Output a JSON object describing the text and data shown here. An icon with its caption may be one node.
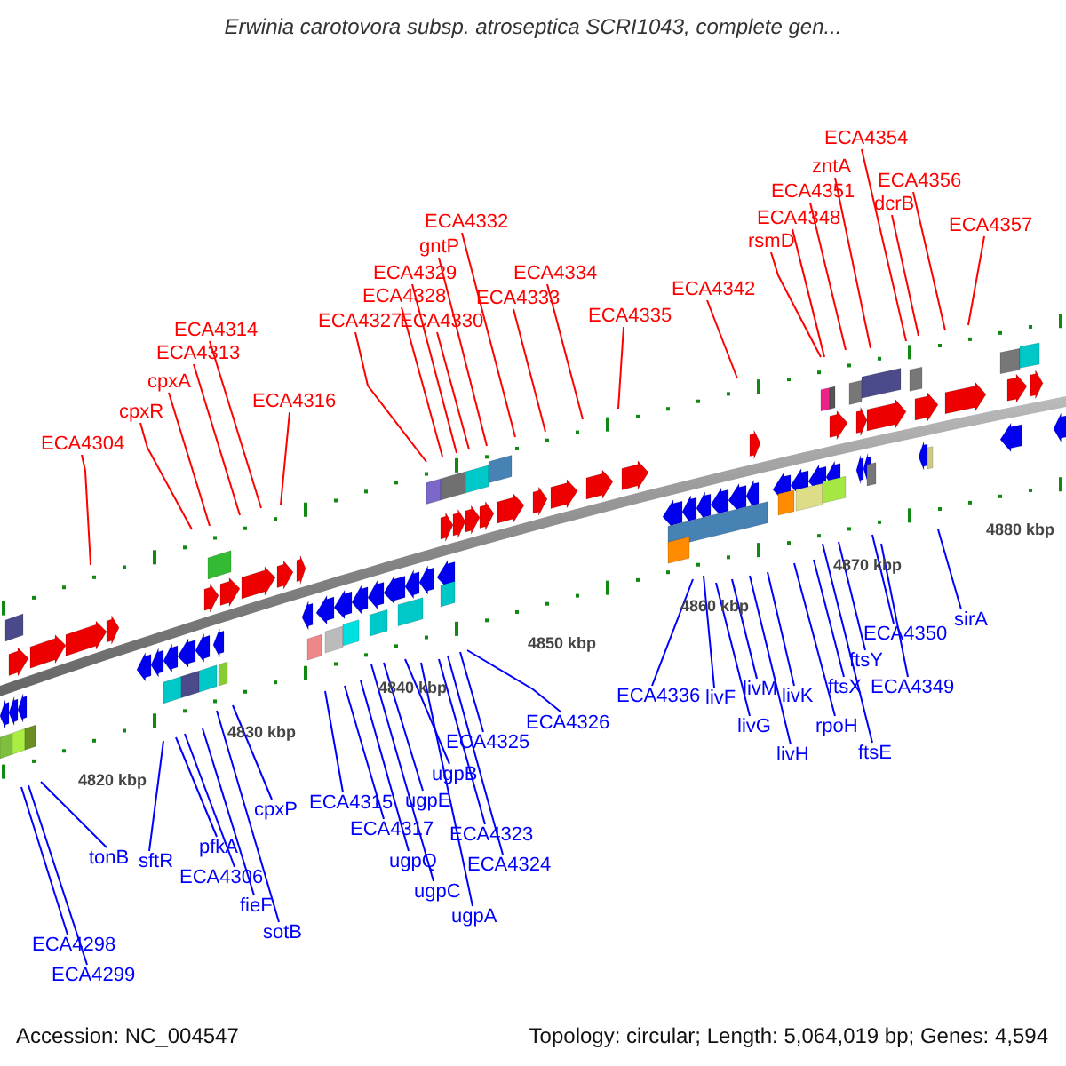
{
  "diagram": {
    "title": "Erwinia carotovora subsp. atroseptica SCRI1043, complete gen...",
    "nodes": [
      {
        "text": [
          "ECA4304"
        ]
      },
      {
        "text": [
          "cpxR"
        ]
      },
      {
        "text": [
          "cpxA"
        ]
      },
      {
        "text": [
          "ECA4313"
        ]
      },
      {
        "text": [
          "ECA4314"
        ]
      },
      {
        "text": [
          "ECA4316"
        ]
      },
      {
        "text": [
          "ECA4327"
        ]
      },
      {
        "text": [
          "ECA4328"
        ]
      },
      {
        "text": [
          "ECA4329"
        ]
      },
      {
        "text": [
          "ECA4330"
        ]
      },
      {
        "text": [
          "gntP"
        ]
      },
      {
        "text": [
          "ECA4332"
        ]
      },
      {
        "text": [
          "ECA4333"
        ]
      },
      {
        "text": [
          "ECA4334"
        ]
      },
      {
        "text": [
          "ECA4335"
        ]
      },
      {
        "text": [
          "ECA4342"
        ]
      },
      {
        "text": [
          "rsmD"
        ]
      },
      {
        "text": [
          "ECA4348"
        ]
      },
      {
        "text": [
          "ECA4351"
        ]
      },
      {
        "text": [
          "zntA"
        ]
      },
      {
        "text": [
          "ECA4354"
        ]
      },
      {
        "text": [
          "dcrB"
        ]
      },
      {
        "text": [
          "ECA4356"
        ]
      },
      {
        "text": [
          "ECA4357"
        ]
      },
      {
        "text": [
          "ECA4298"
        ]
      },
      {
        "text": [
          "ECA4299"
        ]
      },
      {
        "text": [
          "tonB"
        ]
      },
      {
        "text": [
          "sftR"
        ]
      },
      {
        "text": [
          "pfkA"
        ]
      },
      {
        "text": [
          "ECA4306"
        ]
      },
      {
        "text": [
          "fieF"
        ]
      },
      {
        "text": [
          "sotB"
        ]
      },
      {
        "text": [
          "cpxP"
        ]
      },
      {
        "text": [
          "ECA4315"
        ]
      },
      {
        "text": [
          "ECA4317"
        ]
      },
      {
        "text": [
          "ugpQ"
        ]
      },
      {
        "text": [
          "ugpC"
        ]
      },
      {
        "text": [
          "ugpA"
        ]
      },
      {
        "text": [
          "ugpE"
        ]
      },
      {
        "text": [
          "ugpB"
        ]
      },
      {
        "text": [
          "ECA4323"
        ]
      },
      {
        "text": [
          "ECA4324"
        ]
      },
      {
        "text": [
          "ECA4325"
        ]
      },
      {
        "text": [
          "ECA4326"
        ]
      },
      {
        "text": [
          "ECA4336"
        ]
      },
      {
        "text": [
          "livF"
        ]
      },
      {
        "text": [
          "livG"
        ]
      },
      {
        "text": [
          "livM"
        ]
      },
      {
        "text": [
          "livH"
        ]
      },
      {
        "text": [
          "livK"
        ]
      },
      {
        "text": [
          "rpoH"
        ]
      },
      {
        "text": [
          "ftsX"
        ]
      },
      {
        "text": [
          "ftsE"
        ]
      },
      {
        "text": [
          "ftsY"
        ]
      },
      {
        "text": [
          "ECA4350"
        ]
      },
      {
        "text": [
          "ECA4349"
        ]
      },
      {
        "text": [
          "sirA"
        ]
      }
    ],
    "edges": [
      {
        "from": 0,
        "to": null,
        "arrow": "none",
        "color": "#ff0000"
      },
      {
        "from": 1,
        "to": null,
        "arrow": "none",
        "color": "#ff0000"
      },
      {
        "from": 2,
        "to": null,
        "arrow": "none",
        "color": "#ff0000"
      },
      {
        "from": 3,
        "to": null,
        "arrow": "none",
        "color": "#ff0000"
      },
      {
        "from": 4,
        "to": null,
        "arrow": "none",
        "color": "#ff0000"
      },
      {
        "from": 5,
        "to": null,
        "arrow": "none",
        "color": "#ff0000"
      },
      {
        "from": 6,
        "to": null,
        "arrow": "none",
        "color": "#ff0000"
      },
      {
        "from": 7,
        "to": null,
        "arrow": "none",
        "color": "#ff0000"
      },
      {
        "from": 8,
        "to": null,
        "arrow": "none",
        "color": "#ff0000"
      },
      {
        "from": 9,
        "to": null,
        "arrow": "none",
        "color": "#ff0000"
      },
      {
        "from": 10,
        "to": null,
        "arrow": "none",
        "color": "#ff0000"
      },
      {
        "from": 11,
        "to": null,
        "arrow": "none",
        "color": "#ff0000"
      },
      {
        "from": 12,
        "to": null,
        "arrow": "none",
        "color": "#ff0000"
      },
      {
        "from": 13,
        "to": null,
        "arrow": "none",
        "color": "#ff0000"
      },
      {
        "from": 14,
        "to": null,
        "arrow": "none",
        "color": "#ff0000"
      },
      {
        "from": 15,
        "to": null,
        "arrow": "none",
        "color": "#ff0000"
      },
      {
        "from": 16,
        "to": null,
        "arrow": "none",
        "color": "#ff0000"
      },
      {
        "from": 17,
        "to": null,
        "arrow": "none",
        "color": "#ff0000"
      },
      {
        "from": 18,
        "to": null,
        "arrow": "none",
        "color": "#ff0000"
      },
      {
        "from": 19,
        "to": null,
        "arrow": "none",
        "color": "#ff0000"
      },
      {
        "from": 20,
        "to": null,
        "arrow": "none",
        "color": "#ff0000"
      },
      {
        "from": 21,
        "to": null,
        "arrow": "none",
        "color": "#ff0000"
      },
      {
        "from": 22,
        "to": null,
        "arrow": "none",
        "color": "#ff0000"
      },
      {
        "from": 23,
        "to": null,
        "arrow": "none",
        "color": "#ff0000"
      },
      {
        "from": 24,
        "to": null,
        "arrow": "none"
      },
      {
        "from": 25,
        "to": null,
        "arrow": "none"
      },
      {
        "from": 26,
        "to": null,
        "arrow": "none"
      },
      {
        "from": 27,
        "to": null,
        "arrow": "none"
      },
      {
        "from": 28,
        "to": null,
        "arrow": "none"
      },
      {
        "from": 29,
        "to": null,
        "arrow": "none"
      },
      {
        "from": 30,
        "to": null,
        "arrow": "none"
      },
      {
        "from": 31,
        "to": null,
        "arrow": "none"
      },
      {
        "from": 32,
        "to": null,
        "arrow": "none"
      },
      {
        "from": 33,
        "to": null,
        "arrow": "none"
      },
      {
        "from": 34,
        "to": null,
        "arrow": "none"
      },
      {
        "from": 35,
        "to": null,
        "arrow": "none"
      },
      {
        "from": 36,
        "to": null,
        "arrow": "none"
      },
      {
        "from": 37,
        "to": null,
        "arrow": "none"
      },
      {
        "from": 38,
        "to": null,
        "arrow": "none"
      },
      {
        "from": 39,
        "to": null,
        "arrow": "none"
      },
      {
        "from": 40,
        "to": null,
        "arrow": "none"
      },
      {
        "from": 41,
        "to": null,
        "arrow": "none"
      },
      {
        "from": 42,
        "to": null,
        "arrow": "none"
      },
      {
        "from": 43,
        "to": null,
        "arrow": "none"
      },
      {
        "from": 44,
        "to": null,
        "arrow": "none"
      },
      {
        "from": 45,
        "to": null,
        "arrow": "none"
      },
      {
        "from": 46,
        "to": null,
        "arrow": "none"
      },
      {
        "from": 47,
        "to": null,
        "arrow": "none"
      },
      {
        "from": 48,
        "to": null,
        "arrow": "none"
      },
      {
        "from": 49,
        "to": null,
        "arrow": "none"
      },
      {
        "from": 50,
        "to": null,
        "arrow": "none"
      },
      {
        "from": 51,
        "to": null,
        "arrow": "none"
      },
      {
        "from": 52,
        "to": null,
        "arrow": "none"
      },
      {
        "from": 53,
        "to": null,
        "arrow": "none"
      },
      {
        "from": 54,
        "to": null,
        "arrow": "none"
      },
      {
        "from": 55,
        "to": null,
        "arrow": "none"
      },
      {
        "from": 56,
        "to": null,
        "arrow": "none"
      }
    ],
    "labels": [
      "4820 kbp",
      "4830 kbp",
      "4840 kbp",
      "4850 kbp",
      "4860 kbp",
      "4870 kbp",
      "4880 kbp",
      "Accession: NC_004547",
      "Topology: circular; Length: 5,064,019 bp; Genes: 4,594"
    ]
  }
}
